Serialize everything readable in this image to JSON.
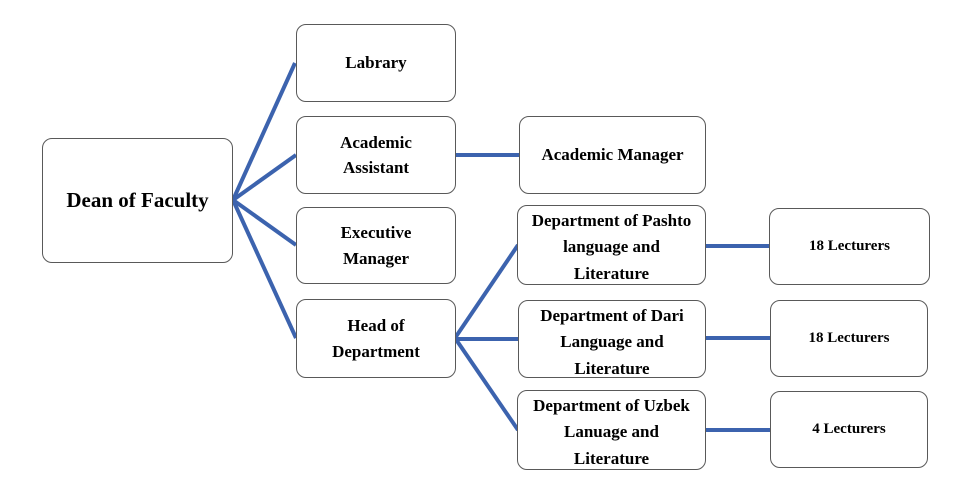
{
  "diagram": {
    "type": "org-chart",
    "title": "Faculty organizational structure",
    "colors": {
      "connector": "#3c63ae",
      "box_border": "#595959",
      "text": "#000000",
      "background": "#ffffff"
    },
    "nodes": {
      "dean": {
        "label": "Dean of Faculty"
      },
      "labrary": {
        "label": "Labrary"
      },
      "academic_assistant": {
        "line1": "Academic",
        "line2": "Assistant"
      },
      "executive_manager": {
        "line1": "Executive",
        "line2": "Manager"
      },
      "head_of_department": {
        "line1": "Head of",
        "line2": "Department"
      },
      "academic_manager": {
        "label": "Academic Manager"
      },
      "dept_pashto": {
        "line1": "Department of Pashto",
        "line2": "language and",
        "line3": "Literature"
      },
      "dept_dari": {
        "line1": "Department of Dari",
        "line2": "Language and",
        "line3": "Literature"
      },
      "dept_uzbek": {
        "line1": "Department of Uzbek",
        "line2": "Lanuage and",
        "line3": "Literature"
      },
      "lecturers_pashto": {
        "label": "18 Lecturers"
      },
      "lecturers_dari": {
        "label": "18 Lecturers"
      },
      "lecturers_uzbek": {
        "label": "4 Lecturers"
      }
    },
    "edges": [
      {
        "from": "dean",
        "to": "labrary"
      },
      {
        "from": "dean",
        "to": "academic_assistant"
      },
      {
        "from": "dean",
        "to": "executive_manager"
      },
      {
        "from": "dean",
        "to": "head_of_department"
      },
      {
        "from": "academic_assistant",
        "to": "academic_manager"
      },
      {
        "from": "head_of_department",
        "to": "dept_pashto"
      },
      {
        "from": "head_of_department",
        "to": "dept_dari"
      },
      {
        "from": "head_of_department",
        "to": "dept_uzbek"
      },
      {
        "from": "dept_pashto",
        "to": "lecturers_pashto"
      },
      {
        "from": "dept_dari",
        "to": "lecturers_dari"
      },
      {
        "from": "dept_uzbek",
        "to": "lecturers_uzbek"
      }
    ]
  }
}
